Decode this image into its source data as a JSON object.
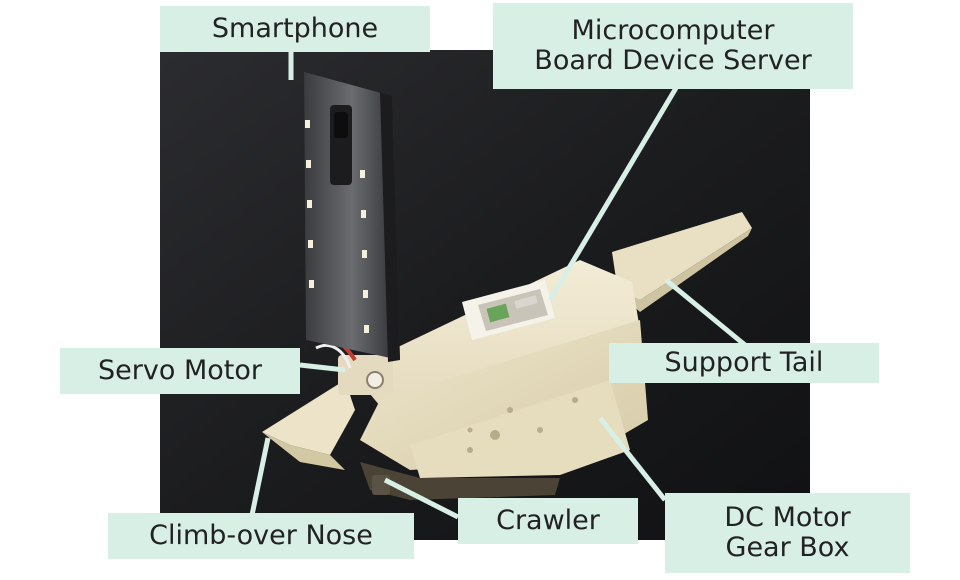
{
  "labels": {
    "smartphone": "Smartphone",
    "microcomputer_line1": "Microcomputer",
    "microcomputer_line2": "Board Device Server",
    "support_tail": "Support Tail",
    "servo_motor": "Servo Motor",
    "climb_over_nose": "Climb-over Nose",
    "crawler": "Crawler",
    "dc_motor_line1": "DC Motor",
    "dc_motor_line2": "Gear Box"
  },
  "colors": {
    "label_bg": "#d8efe6",
    "leader_line": "#d8efe6",
    "backdrop": "#1a1b1d",
    "robot_body": "#ece3c8",
    "phone": "#2a2a2c"
  }
}
